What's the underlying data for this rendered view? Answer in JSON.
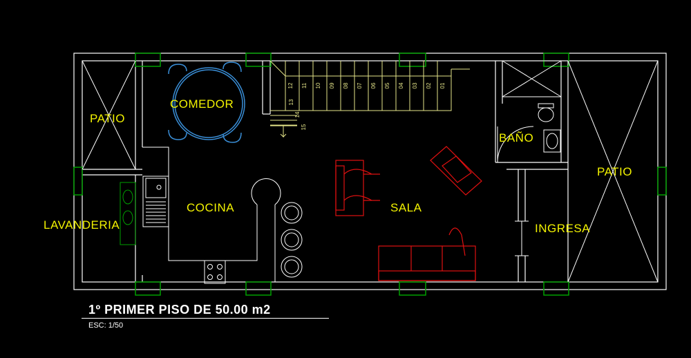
{
  "drawing": {
    "title": "1º PRIMER PISO DE 50.00 m2",
    "scale": "ESC: 1/50"
  },
  "rooms": {
    "patio_left": "PATIO",
    "comedor": "COMEDOR",
    "lavanderia": "LAVANDERIA",
    "cocina": "COCINA",
    "sala": "SALA",
    "bano": "BAÑO",
    "patio_right": "PATIO",
    "ingresa": "INGRESA"
  },
  "stairs": {
    "steps": [
      "01",
      "02",
      "03",
      "04",
      "05",
      "06",
      "07",
      "08",
      "09",
      "10",
      "11",
      "12",
      "13",
      "14",
      "15"
    ]
  },
  "colors": {
    "background": "#000000",
    "walls": "#ffffff",
    "columns": "#00a000",
    "labels": "#f2f200",
    "dining_furniture": "#3a8fd8",
    "living_furniture": "#e01010",
    "stairs": "#e6e68a",
    "fixtures": "#ffffff"
  }
}
